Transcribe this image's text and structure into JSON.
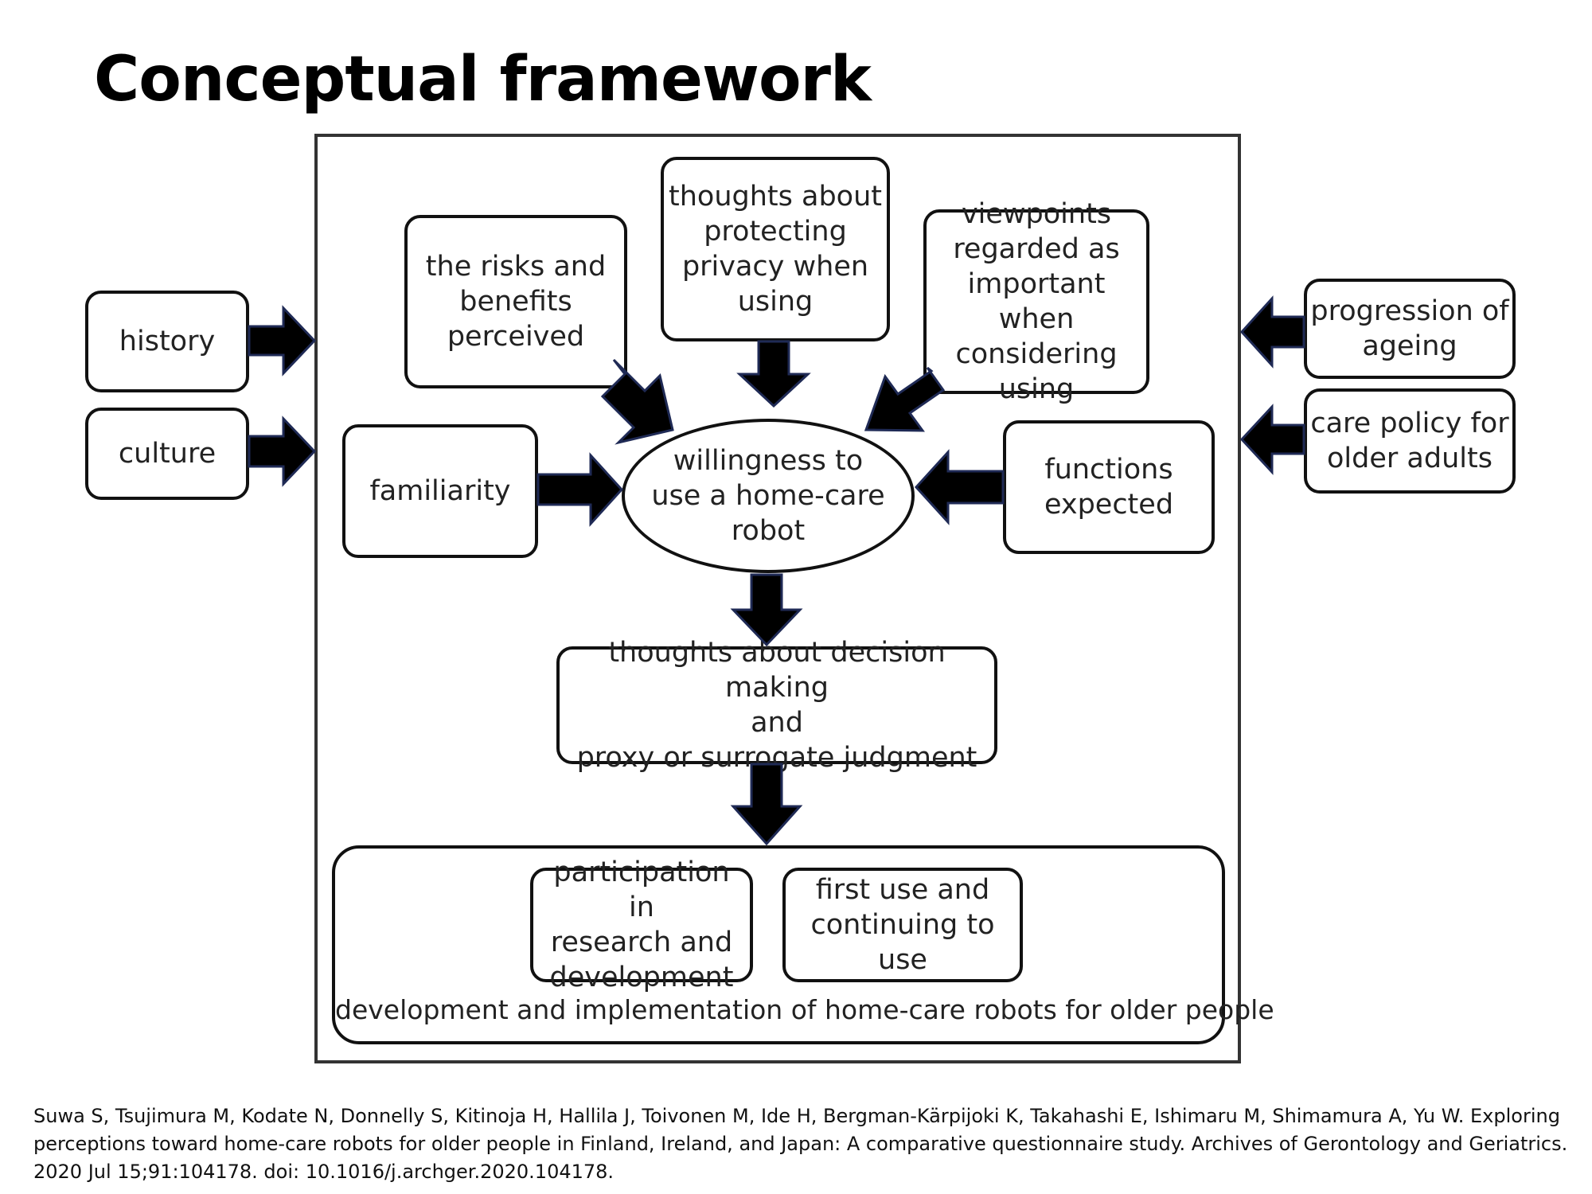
{
  "title": "Conceptual framework",
  "diagram": {
    "external_left": [
      {
        "id": "history",
        "label": "history"
      },
      {
        "id": "culture",
        "label": "culture"
      }
    ],
    "external_right": [
      {
        "id": "progression-of-ageing",
        "label": "progression of\nageing"
      },
      {
        "id": "care-policy",
        "label": "care policy for\nolder adults"
      }
    ],
    "factors": {
      "risks_benefits": "the risks and\nbenefits\nperceived",
      "privacy": "thoughts about\nprotecting\nprivacy when\nusing",
      "viewpoints": "viewpoints\nregarded as\nimportant when\nconsidering using",
      "familiarity": "familiarity",
      "functions": "functions\nexpected"
    },
    "center": "willingness to\nuse a home-care\nrobot",
    "decision": "thoughts about decision making\nand\nproxy or surrogate judgment",
    "outcome": {
      "items": [
        "participation in\nresearch and\ndevelopment",
        "first use and\ncontinuing to use"
      ],
      "label": "development and implementation of home-care robots for older people"
    },
    "colors": {
      "arrow": "#000000",
      "arrow_edge": "#1f2a55",
      "border": "#111111"
    }
  },
  "citation": "Suwa S, Tsujimura M, Kodate N, Donnelly S, Kitinoja H, Hallila J, Toivonen M, Ide H, Bergman-Kärpijoki K, Takahashi E, Ishimaru M, Shimamura A, Yu W. Exploring perceptions toward home-care robots for older people in Finland, Ireland, and Japan: A comparative questionnaire study. Archives of Gerontology and Geriatrics. 2020 Jul 15;91:104178. doi: 10.1016/j.archger.2020.104178."
}
